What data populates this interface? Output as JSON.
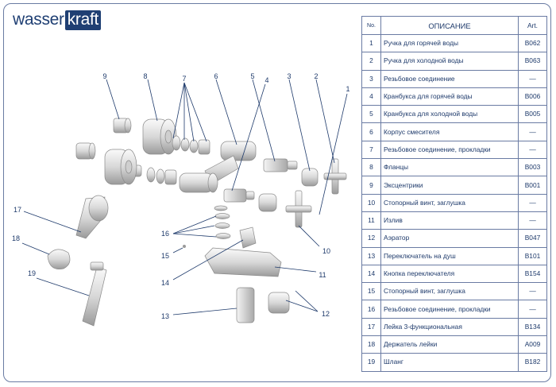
{
  "brand": {
    "part1": "wasser",
    "part2": "kraft"
  },
  "table": {
    "headers": {
      "no": "No.",
      "desc": "ОПИСАНИЕ",
      "art": "Art."
    },
    "rows": [
      {
        "no": "1",
        "desc": "Ручка для горячей воды",
        "art": "B062"
      },
      {
        "no": "2",
        "desc": "Ручка для холодной воды",
        "art": "B063"
      },
      {
        "no": "3",
        "desc": "Резьбовое соединение",
        "art": "—"
      },
      {
        "no": "4",
        "desc": "Кранбукса для горячей воды",
        "art": "B006"
      },
      {
        "no": "5",
        "desc": "Кранбукса для холодной воды",
        "art": "B005"
      },
      {
        "no": "6",
        "desc": "Корпус смесителя",
        "art": "—"
      },
      {
        "no": "7",
        "desc": "Резьбовое соединение, прокладки",
        "art": "—"
      },
      {
        "no": "8",
        "desc": "Фланцы",
        "art": "B003"
      },
      {
        "no": "9",
        "desc": "Эксцентрики",
        "art": "B001"
      },
      {
        "no": "10",
        "desc": "Стопорный винт, заглушка",
        "art": "—"
      },
      {
        "no": "11",
        "desc": "Излив",
        "art": "—"
      },
      {
        "no": "12",
        "desc": "Аэратор",
        "art": "B047"
      },
      {
        "no": "13",
        "desc": "Переключатель на душ",
        "art": "B101"
      },
      {
        "no": "14",
        "desc": "Кнопка переключателя",
        "art": "B154"
      },
      {
        "no": "15",
        "desc": "Стопорный винт, заглушка",
        "art": "—"
      },
      {
        "no": "16",
        "desc": "Резьбовое соединение, прокладки",
        "art": "—"
      },
      {
        "no": "17",
        "desc": "Лейка 3-функциональная",
        "art": "B134"
      },
      {
        "no": "18",
        "desc": "Держатель лейки",
        "art": "A009"
      },
      {
        "no": "19",
        "desc": "Шланг",
        "art": "B182"
      }
    ]
  },
  "callouts": [
    "1",
    "2",
    "3",
    "4",
    "5",
    "6",
    "7",
    "8",
    "9",
    "10",
    "11",
    "12",
    "13",
    "14",
    "15",
    "16",
    "17",
    "18",
    "19"
  ],
  "colors": {
    "line": "#1e3a6b",
    "frame": "#6a7ba3",
    "brand": "#1f3f73",
    "part_fill": "#e2e2e2",
    "part_stroke": "#8a8a8a"
  }
}
